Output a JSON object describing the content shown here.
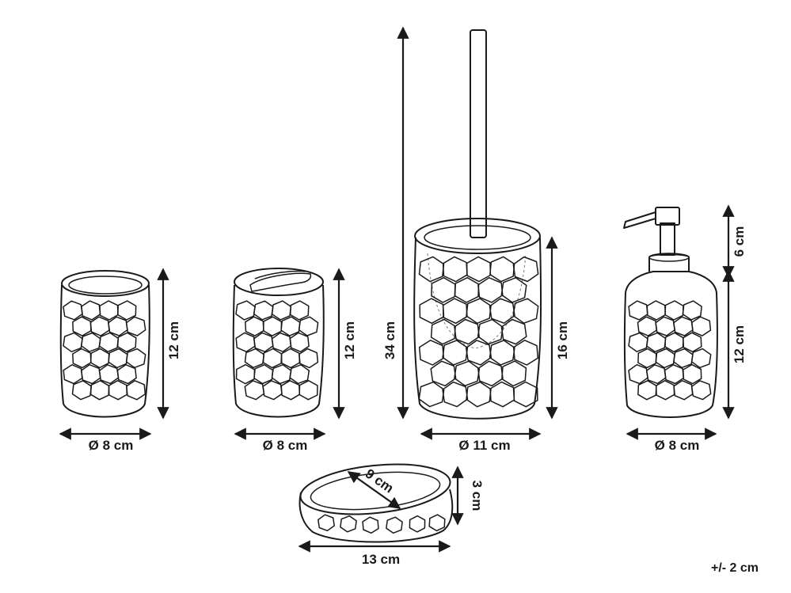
{
  "items": {
    "tumbler": {
      "height": "12 cm",
      "diameter": "Ø 8 cm"
    },
    "toothbrush_holder": {
      "height": "12 cm",
      "diameter": "Ø 8 cm"
    },
    "toilet_brush": {
      "total_height": "34 cm",
      "holder_height": "16 cm",
      "diameter": "Ø 11 cm"
    },
    "soap_dispenser": {
      "pump_height": "6 cm",
      "body_height": "12 cm",
      "diameter": "Ø 8 cm"
    },
    "soap_dish": {
      "depth": "9 cm",
      "height": "3 cm",
      "width": "13 cm"
    }
  },
  "tolerance": "+/- 2 cm",
  "colors": {
    "line": "#1a1a1a",
    "background": "#ffffff"
  }
}
